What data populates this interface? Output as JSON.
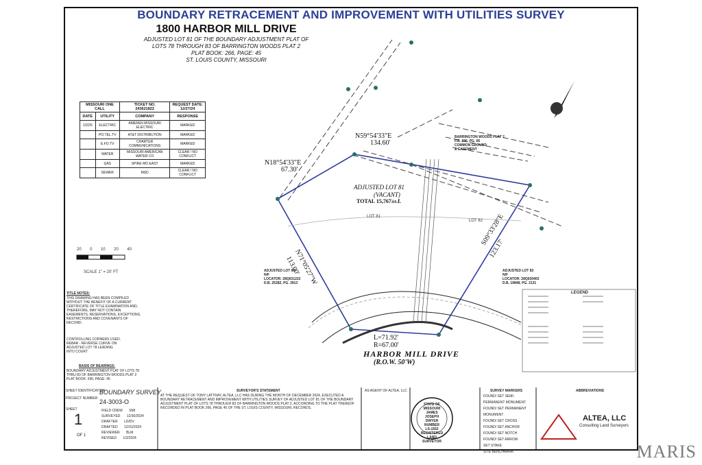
{
  "header": {
    "title": "BOUNDARY RETRACEMENT AND IMPROVEMENT WITH UTILITIES SURVEY",
    "address": "1800 HARBOR MILL DRIVE",
    "desc_lines": [
      "ADJUSTED LOT 81 OF THE BOUNDARY ADJUSTMENT PLAT OF",
      "LOTS 78 THROUGH 83 OF BARRINGTON WOODS PLAT 2",
      "PLAT BOOK: 266, PAGE: 45",
      "ST. LOUIS COUNTY, MISSOURI"
    ]
  },
  "utility_table": {
    "title": "MISSOURI ONE CALL",
    "ticket_label": "TICKET NO.",
    "ticket_no": "243621822",
    "request_label": "REQUEST DATE:",
    "request_date": "12/27/24",
    "columns": [
      "DATE",
      "UTILITY",
      "COMPANY",
      "RESPONSE"
    ],
    "rows": [
      [
        "1/2/25",
        "ELECTRIC",
        "AMEREN MISSOURI ELECTRIC",
        "MARKED"
      ],
      [
        "",
        "PO.TEL.TV",
        "AT&T DISTRIBUTION",
        "MARKED"
      ],
      [
        "",
        "E.FO.TV",
        "CHARTER COMMUNICATIONS",
        "MARKED"
      ],
      [
        "",
        "WATER",
        "MISSOURI AMERICAN WATER CO",
        "CLEAR / NO CONFLICT"
      ],
      [
        "",
        "GAS",
        "SPIRE MO EAST",
        "MARKED"
      ],
      [
        "",
        "SEWER",
        "MSD",
        "CLEAR / NO CONFLICT"
      ]
    ]
  },
  "plan": {
    "lot_label": "ADJUSTED LOT 81",
    "lot_sub": "(VACANT)",
    "lot_area": "TOTAL 15,767±s.f.",
    "street": "HARBOR MILL DRIVE",
    "street_row": "(R.O.W. 50'W)",
    "bearings": {
      "b1": "N59°54'33\"E",
      "d1": "134.60'",
      "b2": "N18°54'33\"E",
      "d2": "67.30'",
      "b3": "N71°05'27\"W",
      "d3": "113.00'",
      "b4": "S09°33'28\"E",
      "d4": "123.17'",
      "curve": "L=71.92'",
      "radius": "R=67.00'"
    },
    "lot80": [
      "ADJUSTED LOT 80",
      "N/F",
      "LOCATOR: 28Q631222",
      "D.B. 25282, PG. 3913"
    ],
    "lot83": [
      "ADJUSTED LOT 83",
      "N/F",
      "LOCATOR: 28Q630403",
      "D.B. 19848, PG. 2131"
    ],
    "barrington": [
      "BARRINGTON WOODS PLAT 2",
      "P.B. 236, PG. 66",
      "COMMON GROUND",
      "& EASEMENT"
    ],
    "lot81_line": "LOT 81",
    "lot82_line": "LOT 82",
    "scale_label": "SCALE 1\" = 20' FT",
    "scale_ticks": [
      "20",
      "0",
      "10",
      "20",
      "40"
    ]
  },
  "notes": {
    "title_notes": "TITLE NOTES:",
    "title_text": "THIS DRAWING HAS BEEN COMPILED WITHOUT THE BENEFIT OF A CURRENT CERTIFICATE OF TITLE EXAMINATION AND, THEREFORE, MAY NOT CONTAIN EASEMENTS, RESERVATIONS, EXCEPTIONS, RESTRICTIONS AND COVENANTS OF RECORD.",
    "corners": "CONTROLLING CORNERS USED. REBAR - REVERSE CURVE ON ADJUSTED LOT 78 LEADING INTO COURT",
    "bearings_title": "BASIS OF BEARINGS:",
    "bearings_text": "BOUNDARY ADJUSTMENT PLAT OF LOTS 78 THRU 83 OF BARRINGTON WOODS PLAT 2 PLAT BOOK: 266, PAGE: 45"
  },
  "footer": {
    "sheet_id_label": "SHEET IDENTIFICATION",
    "sheet_type": "BOUNDARY SURVEY",
    "project_no_label": "PROJECT NUMBER",
    "project_no": "24-3003-O",
    "sheet_label": "SHEET",
    "sheet_no": "1",
    "sheet_of": "OF 1",
    "rows": [
      [
        "FIELD CREW",
        "SMI"
      ],
      [
        "SURVEYED",
        "12/30/2024"
      ],
      [
        "DRAFTER",
        "LD/DV"
      ],
      [
        "DRAFTED",
        "12/31/2024"
      ],
      [
        "REVIEWER",
        "BLM"
      ],
      [
        "REVISED",
        "1/2/2024"
      ]
    ],
    "statement_title": "SURVEYOR'S STATEMENT",
    "statement": "AT THE REQUEST OF TONY LATTRAY, ALTEA, LLC HAS DURING THE MONTH OF DECEMBER 2024, EXECUTED A BOUNDARY RETRACEMENT AND IMPROVEMENT WITH UTILITIES SURVEY OF ADJUSTED LOT 81 OF THE BOUNDARY ADJUSTMENT PLAT OF LOTS 78 THROUGH 83 OF BARRINGTON WOODS PLAT 2, ACCORDING TO THE PLAT THEREOF RECORDED IN PLAT BOOK 266, PAGE 45 OF THE ST. LOUIS COUNTY, MISSOURI, RECORDS.",
    "agent": "AS AGENT OF ALTEA, LLC",
    "seal_lines": [
      "STATE OF MISSOURI",
      "JAMES",
      "JOSEPH",
      "DWYER",
      "NUMBER",
      "LS-1552",
      "REGISTERED LAND SURVEYOR"
    ],
    "markers_title": "SURVEY MARKERS",
    "markers": [
      "FOUND/ SET SEMI-PERMANENT MONUMENT",
      "FOUND/ SET PERMANENT MONUMENT",
      "FOUND/ SET CROSS",
      "FOUND/ SET ANCHOR",
      "FOUND/ SET NOTCH",
      "FOUND/ SET ARROW",
      "SET STAKE",
      "SITE BENCHMARK"
    ],
    "abbr_title": "ABBREVIATIONS",
    "company": "ALTEA, LLC",
    "company_sub": "Consulting Land Surveyors"
  },
  "legend_title": "LEGEND",
  "watermark": "MARIS"
}
